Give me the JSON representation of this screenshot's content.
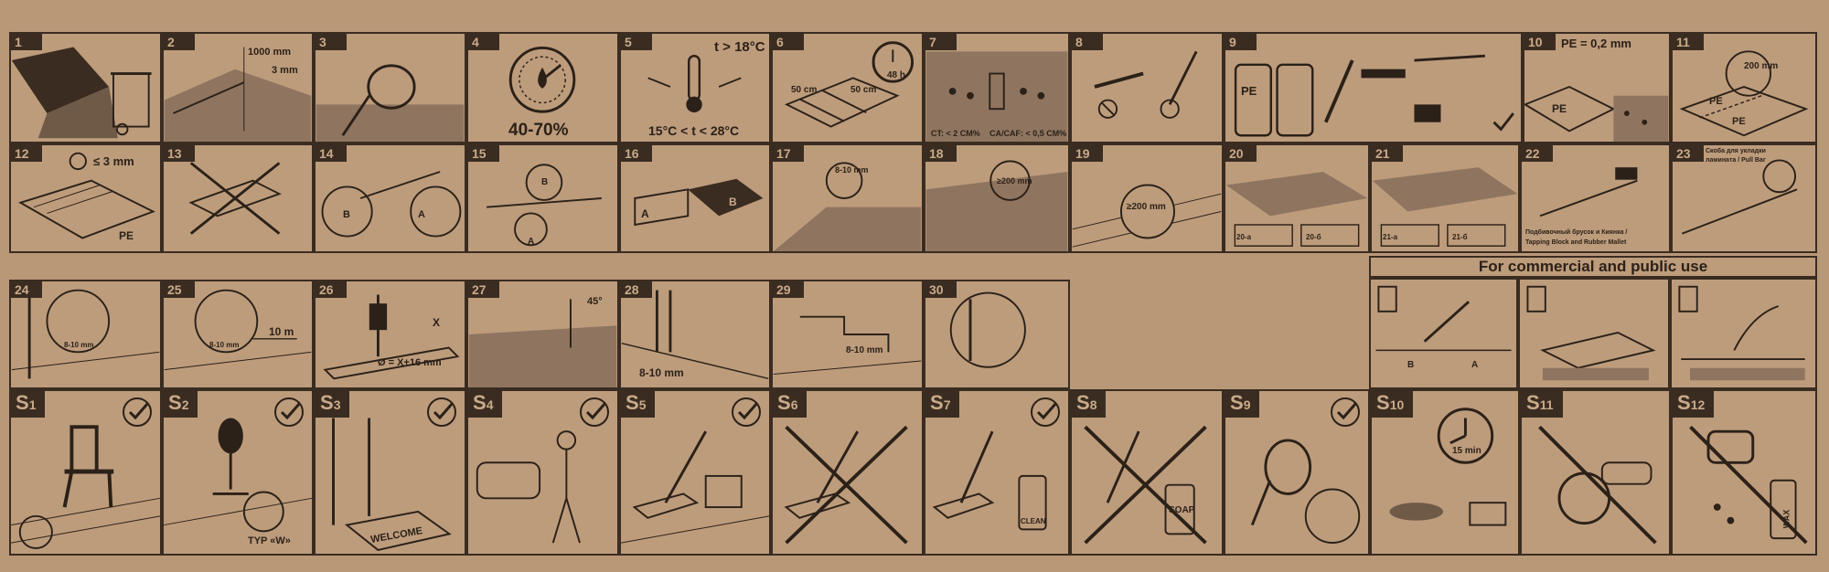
{
  "steps": [
    {
      "id": "1",
      "texts": []
    },
    {
      "id": "2",
      "texts": [
        "1000 mm",
        "3 mm"
      ]
    },
    {
      "id": "3",
      "texts": []
    },
    {
      "id": "4",
      "texts": [
        "40-70%"
      ]
    },
    {
      "id": "5",
      "texts": [
        "t > 18°C",
        "15°C < t < 28°C"
      ]
    },
    {
      "id": "6",
      "texts": [
        "50 cm",
        "50 cm",
        "48 h"
      ]
    },
    {
      "id": "7",
      "texts": [
        "CT: < 2 CM%",
        "CA/CAF: < 0,5 CM%"
      ]
    },
    {
      "id": "8",
      "texts": []
    },
    {
      "id": "9",
      "texts": [
        "PE"
      ]
    },
    {
      "id": "10",
      "texts": [
        "PE = 0,2 mm",
        "PE"
      ]
    },
    {
      "id": "11",
      "texts": [
        "200 mm",
        "PE",
        "PE"
      ]
    },
    {
      "id": "12",
      "texts": [
        "≤ 3 mm",
        "PE"
      ]
    },
    {
      "id": "13",
      "texts": []
    },
    {
      "id": "14",
      "texts": [
        "B",
        "A"
      ]
    },
    {
      "id": "15",
      "texts": [
        "B",
        "A"
      ]
    },
    {
      "id": "16",
      "texts": [
        "A",
        "B"
      ]
    },
    {
      "id": "17",
      "texts": [
        "8-10 mm"
      ]
    },
    {
      "id": "18",
      "texts": [
        "≥200 mm"
      ]
    },
    {
      "id": "19",
      "texts": [
        "≥200 mm"
      ]
    },
    {
      "id": "20",
      "texts": [
        "20-a",
        "20-б"
      ]
    },
    {
      "id": "21",
      "texts": [
        "21-a",
        "21-б"
      ]
    },
    {
      "id": "22",
      "texts": [
        "Подбивочный брусок и Киянка /",
        "Tapping Block and Rubber Mallet"
      ]
    },
    {
      "id": "23",
      "texts": [
        "Скоба для укладки",
        "ламината / Pull Bar"
      ]
    },
    {
      "id": "24",
      "texts": [
        "8-10 mm"
      ]
    },
    {
      "id": "25",
      "texts": [
        "8-10 mm",
        "10 m"
      ]
    },
    {
      "id": "26",
      "texts": [
        "X",
        "Ø = X+16 mm"
      ]
    },
    {
      "id": "27",
      "texts": [
        "45°"
      ]
    },
    {
      "id": "28",
      "texts": [
        "8-10 mm"
      ]
    },
    {
      "id": "29",
      "texts": [
        "8-10 mm"
      ]
    },
    {
      "id": "30",
      "texts": []
    }
  ],
  "commercial": {
    "title": "For commercial and public use",
    "panels": [
      {
        "texts": [
          "B",
          "A"
        ]
      },
      {
        "texts": []
      },
      {
        "texts": []
      }
    ]
  },
  "care": [
    {
      "id": "S",
      "sub": "1",
      "texts": []
    },
    {
      "id": "S",
      "sub": "2",
      "texts": [
        "TYP «W»"
      ]
    },
    {
      "id": "S",
      "sub": "3",
      "texts": [
        "WELCOME"
      ]
    },
    {
      "id": "S",
      "sub": "4",
      "texts": []
    },
    {
      "id": "S",
      "sub": "5",
      "texts": []
    },
    {
      "id": "S",
      "sub": "6",
      "texts": []
    },
    {
      "id": "S",
      "sub": "7",
      "texts": [
        "CLEAN"
      ]
    },
    {
      "id": "S",
      "sub": "8",
      "texts": [
        "SOAP"
      ]
    },
    {
      "id": "S",
      "sub": "9",
      "texts": []
    },
    {
      "id": "S",
      "sub": "10",
      "texts": [
        "15 min"
      ]
    },
    {
      "id": "S",
      "sub": "11",
      "texts": []
    },
    {
      "id": "S",
      "sub": "12",
      "texts": [
        "WAX"
      ]
    }
  ],
  "colors": {
    "ink": "#2b2118",
    "panel": "#bd9c7c",
    "floor": "#8f7560",
    "board": "#3a2c20"
  }
}
